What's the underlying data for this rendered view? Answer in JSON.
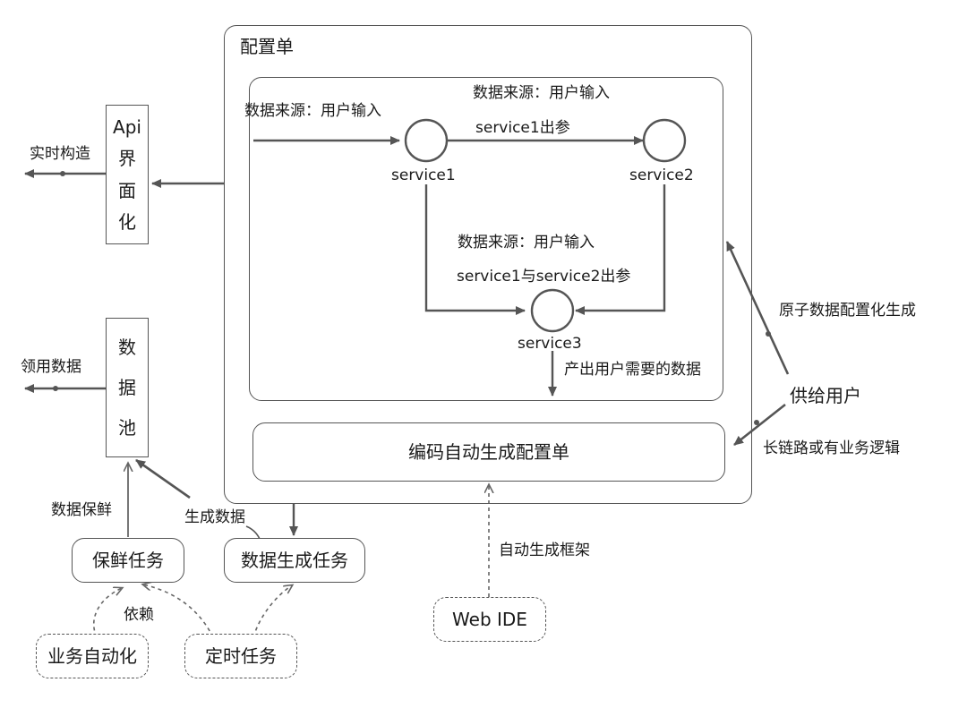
{
  "config_sheet": {
    "title": "配置单",
    "encode_box_label": "编码自动生成配置单"
  },
  "api_box": {
    "chars": [
      "Api",
      "界",
      "面",
      "化"
    ]
  },
  "data_pool_box": {
    "chars": [
      "数",
      "据",
      "池"
    ]
  },
  "services": {
    "s1": "service1",
    "s2": "service2",
    "s3": "service3"
  },
  "labels": {
    "src_user_input_1": "数据来源：用户输入",
    "src_user_input_2": "数据来源：用户输入",
    "src_user_input_3": "数据来源：用户输入",
    "s1_output": "service1出参",
    "s1_s2_output": "service1与service2出参",
    "produce_data": "产出用户需要的数据",
    "realtime_build": "实时构造",
    "use_data": "领用数据",
    "data_fresh": "数据保鲜",
    "gen_data": "生成数据",
    "depend": "依赖",
    "auto_framework": "自动生成框架",
    "atomic_config": "原子数据配置化生成",
    "supply_user": "供给用户",
    "long_chain": "长链路或有业务逻辑"
  },
  "tasks": {
    "fresh_task": "保鲜任务",
    "gen_task": "数据生成任务",
    "biz_auto": "业务自动化",
    "timed_task": "定时任务",
    "web_ide": "Web IDE"
  },
  "colors": {
    "line": "#555555",
    "text": "#1a1a1a"
  }
}
